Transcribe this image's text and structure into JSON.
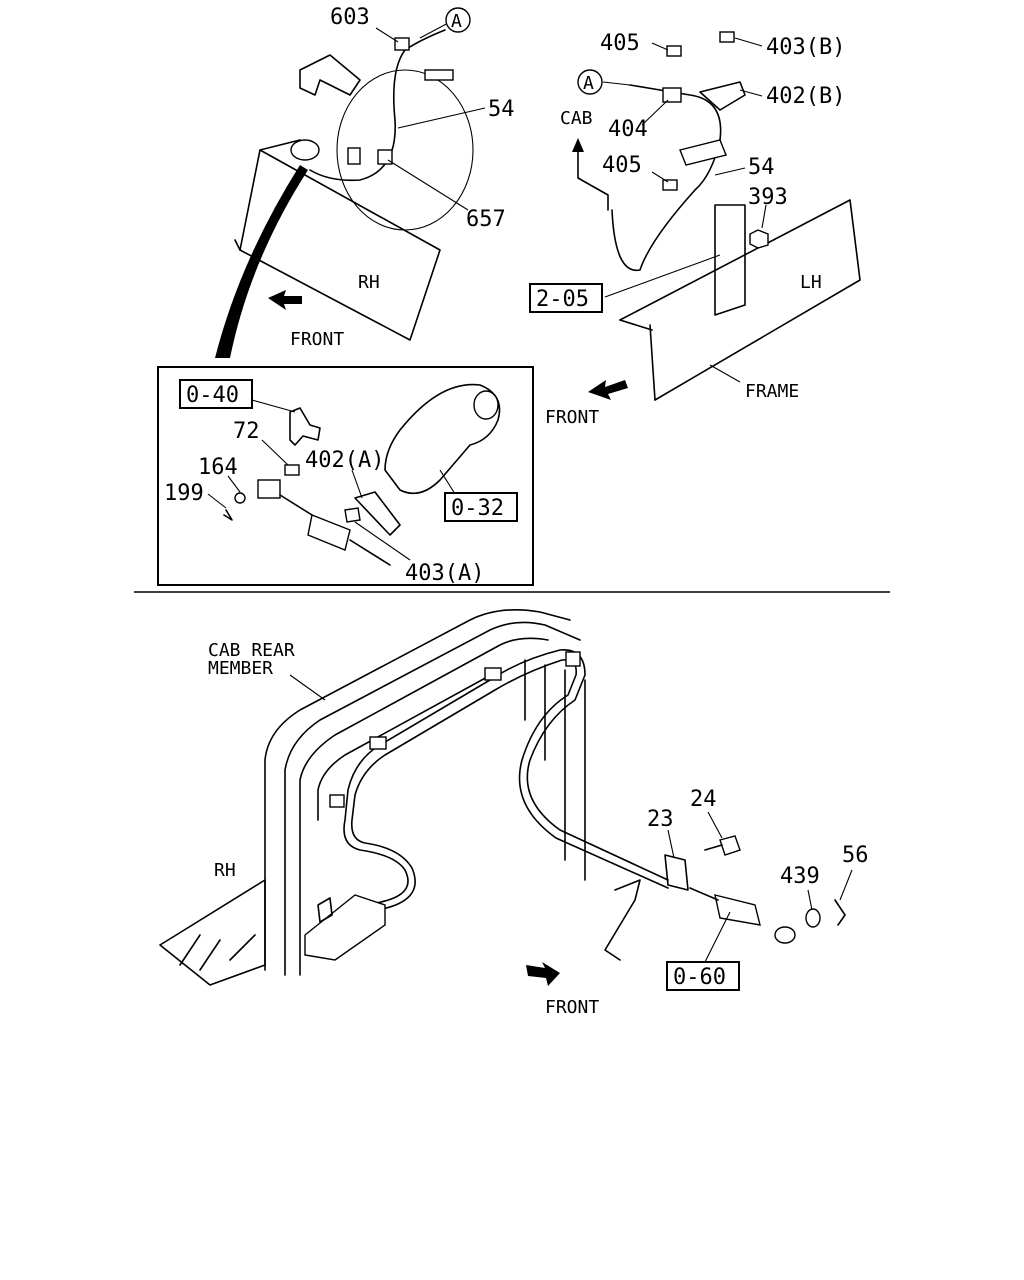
{
  "top_left": {
    "part_603": "603",
    "callout_a": "A",
    "part_54": "54",
    "part_657": "657",
    "side": "RH",
    "direction": "FRONT"
  },
  "top_right": {
    "part_405_top": "405",
    "part_403b": "403(B)",
    "part_402b": "402(B)",
    "callout_a": "A",
    "cab": "CAB",
    "part_404": "404",
    "part_405_mid": "405",
    "part_54": "54",
    "part_393": "393",
    "ref_205": "2-05",
    "side": "LH",
    "frame": "FRAME",
    "direction": "FRONT"
  },
  "detail": {
    "ref_040": "0-40",
    "part_72": "72",
    "part_164": "164",
    "part_199": "199",
    "part_402a": "402(A)",
    "ref_032": "0-32",
    "part_403a": "403(A)"
  },
  "bottom": {
    "cab_rear_member_line1": "CAB REAR",
    "cab_rear_member_line2": "MEMBER",
    "side": "RH",
    "part_23": "23",
    "part_24": "24",
    "part_439": "439",
    "part_56": "56",
    "ref_060": "0-60",
    "direction": "FRONT"
  }
}
